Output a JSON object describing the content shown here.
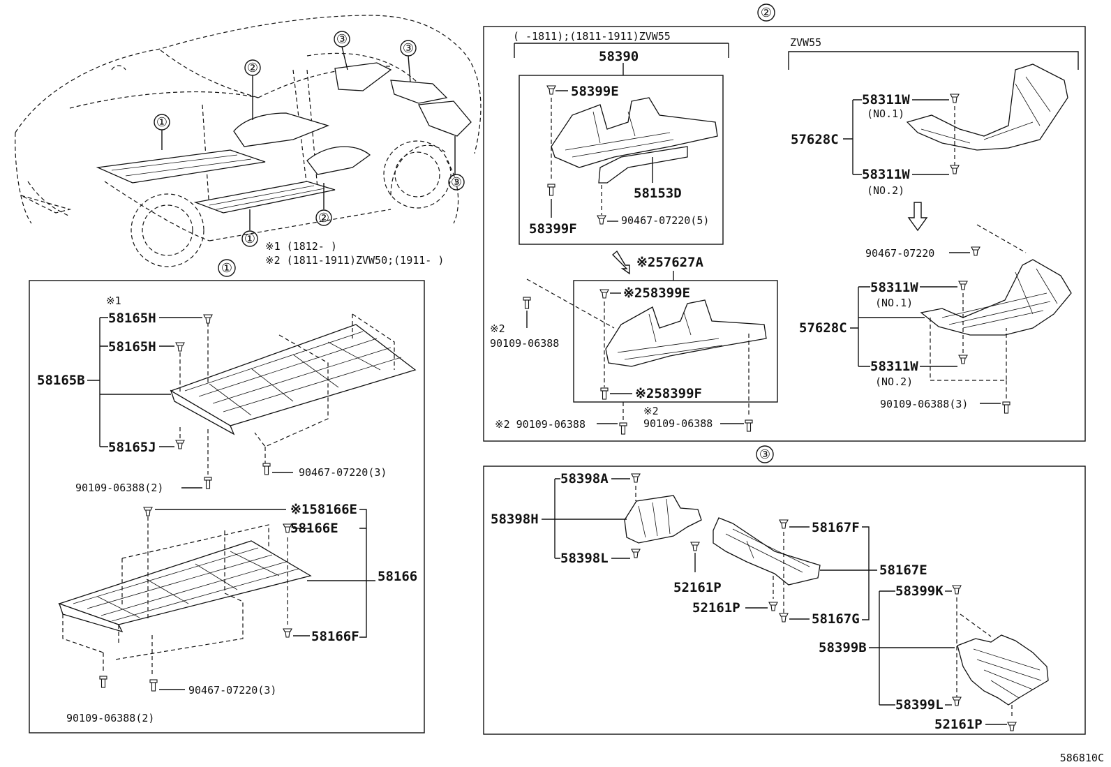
{
  "figure_code": "586810C",
  "callout_symbols": {
    "one": "①",
    "two": "②",
    "three": "③"
  },
  "overview": {
    "note1": "※1 (1812-      )",
    "note2": "※2 (1811-1911)ZVW50;(1911-      )"
  },
  "section1": {
    "front_cover": {
      "note": "※1",
      "assembly": "58165B",
      "clip_upper": "58165H",
      "clip_lower": "58165H",
      "clip_j": "58165J",
      "bolt": "90109-06388(2)",
      "screw": "90467-07220(3)"
    },
    "rear_cover": {
      "assembly": "58166",
      "clip_e_noted": "※158166E",
      "clip_e": "58166E",
      "clip_f": "58166F",
      "screw": "90467-07220(3)",
      "bolt": "90109-06388(2)"
    }
  },
  "section2": {
    "left_header": "(      -1811);(1811-1911)ZVW55",
    "right_header": "ZVW55",
    "box_a": {
      "assembly": "58390",
      "clip_top": "58399E",
      "clip_bottom": "58399F",
      "sub_part": "58153D",
      "screw": "90467-07220(5)"
    },
    "box_b": {
      "assembly": "※257627A",
      "clip_top": "※258399E",
      "clip_bottom": "※258399F",
      "left_note": "※2",
      "left_bolt": "90109-06388",
      "bottom_bolt_left": "※2 90109-06388",
      "bottom_note_right": "※2",
      "bottom_bolt_right": "90109-06388"
    },
    "zvw55_top": {
      "assembly": "57628C",
      "clip_no1": "58311W",
      "no1": "(NO.1)",
      "clip_no2": "58311W",
      "no2": "(NO.2)"
    },
    "zvw55_bottom": {
      "screw": "90467-07220",
      "assembly": "57628C",
      "clip_no1": "58311W",
      "no1": "(NO.1)",
      "clip_no2": "58311W",
      "no2": "(NO.2)",
      "bolt": "90109-06388(3)"
    }
  },
  "section3": {
    "shield_h": {
      "assembly": "58398H",
      "clip_a": "58398A",
      "clip_l": "58398L"
    },
    "clip_mid": "52161P",
    "clip_low": "52161P",
    "shield_e": {
      "assembly": "58167E",
      "clip_f": "58167F",
      "clip_g": "58167G"
    },
    "shield_b": {
      "assembly": "58399B",
      "clip_k": "58399K",
      "clip_l": "58399L",
      "clip_p": "52161P"
    }
  }
}
